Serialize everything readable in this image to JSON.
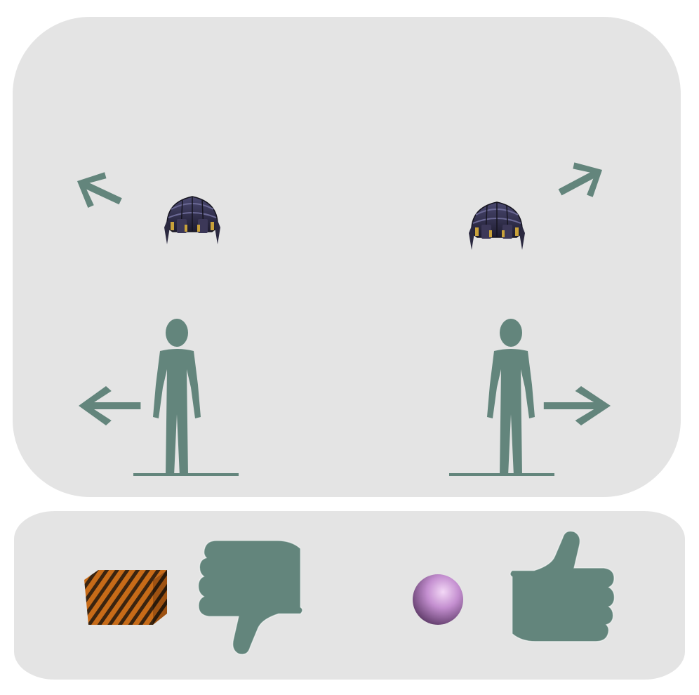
{
  "colors": {
    "figure": "#63857c",
    "panel": "#e4e4e4",
    "robot_body": "#2c2a42",
    "robot_accent": "#c9a23a",
    "box_orange": "#c76b18",
    "box_stripe": "#3a2410",
    "sphere": "#c48fd0"
  },
  "icons": {
    "left_robot": "hovering-robot-icon",
    "right_robot": "hovering-robot-icon",
    "left_person": "person-icon",
    "right_person": "person-icon",
    "box": "striped-box-icon",
    "sphere": "sphere-icon",
    "dislike": "thumbs-down-icon",
    "like": "thumbs-up-icon"
  },
  "directions": {
    "left_robot_arrow": "up-left",
    "right_robot_arrow": "up-right",
    "left_person_arrow": "left",
    "right_person_arrow": "right"
  }
}
